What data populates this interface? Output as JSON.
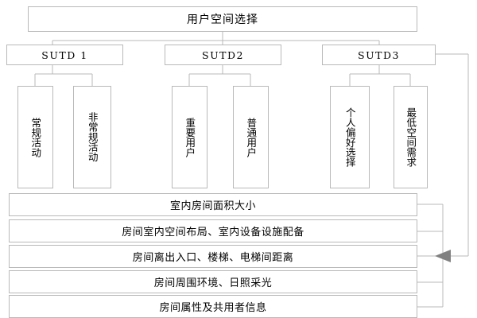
{
  "diagram": {
    "title_box": {
      "label": "用户空间选择"
    },
    "level2": [
      {
        "label": "SUTD 1"
      },
      {
        "label": "SUTD2"
      },
      {
        "label": "SUTD3"
      }
    ],
    "level3": [
      {
        "label": "常规活动",
        "parent": "SUTD 1"
      },
      {
        "label": "非常规活动",
        "parent": "SUTD 1"
      },
      {
        "label": "重要用户",
        "parent": "SUTD2"
      },
      {
        "label": "普通用户",
        "parent": "SUTD2"
      },
      {
        "label": "个人偏好选择",
        "parent": "SUTD3"
      },
      {
        "label": "最低空间需求",
        "parent": "SUTD3"
      }
    ],
    "criteria_bars": [
      {
        "label": "室内房间面积大小"
      },
      {
        "label": "房间室内空间布局、室内设备设施配备"
      },
      {
        "label": "房间离出入口、楼梯、电梯间距离"
      },
      {
        "label": "房间周围环境、日照采光"
      },
      {
        "label": "房间属性及共用者信息"
      }
    ],
    "colors": {
      "box_border": "#b9b9b9",
      "wire": "#b9b9b9",
      "arrow": "#808080",
      "text": "#000000",
      "background": "#ffffff"
    }
  }
}
